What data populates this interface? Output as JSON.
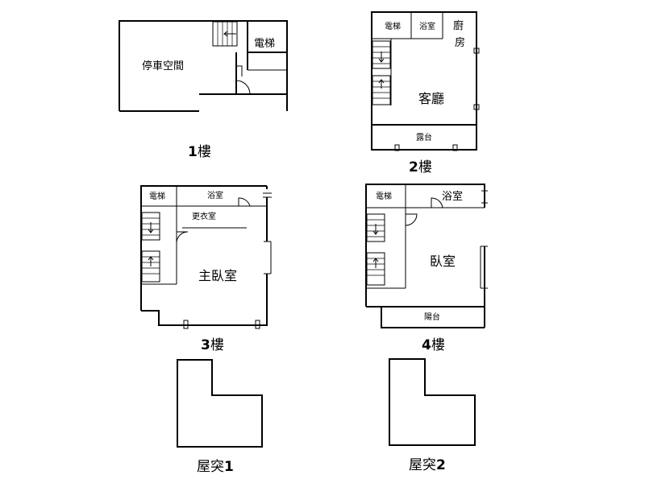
{
  "floors": {
    "f1": {
      "label_num": "1",
      "label_suffix": "樓",
      "rooms": {
        "parking": "停車空間",
        "elevator": "電梯"
      }
    },
    "f2": {
      "label_num": "2",
      "label_suffix": "樓",
      "rooms": {
        "elevator": "電梯",
        "bathroom": "浴室",
        "kitchen_1": "廚",
        "kitchen_2": "房",
        "living": "客廳",
        "terrace": "露台"
      }
    },
    "f3": {
      "label_num": "3",
      "label_suffix": "樓",
      "rooms": {
        "elevator": "電梯",
        "bathroom": "浴室",
        "dressing": "更衣室",
        "master": "主臥室"
      }
    },
    "f4": {
      "label_num": "4",
      "label_suffix": "樓",
      "rooms": {
        "elevator": "電梯",
        "bathroom": "浴室",
        "bedroom": "臥室",
        "balcony": "陽台"
      }
    },
    "roof1": {
      "label_text": "屋突",
      "label_num": "1"
    },
    "roof2": {
      "label_text": "屋突",
      "label_num": "2"
    }
  }
}
